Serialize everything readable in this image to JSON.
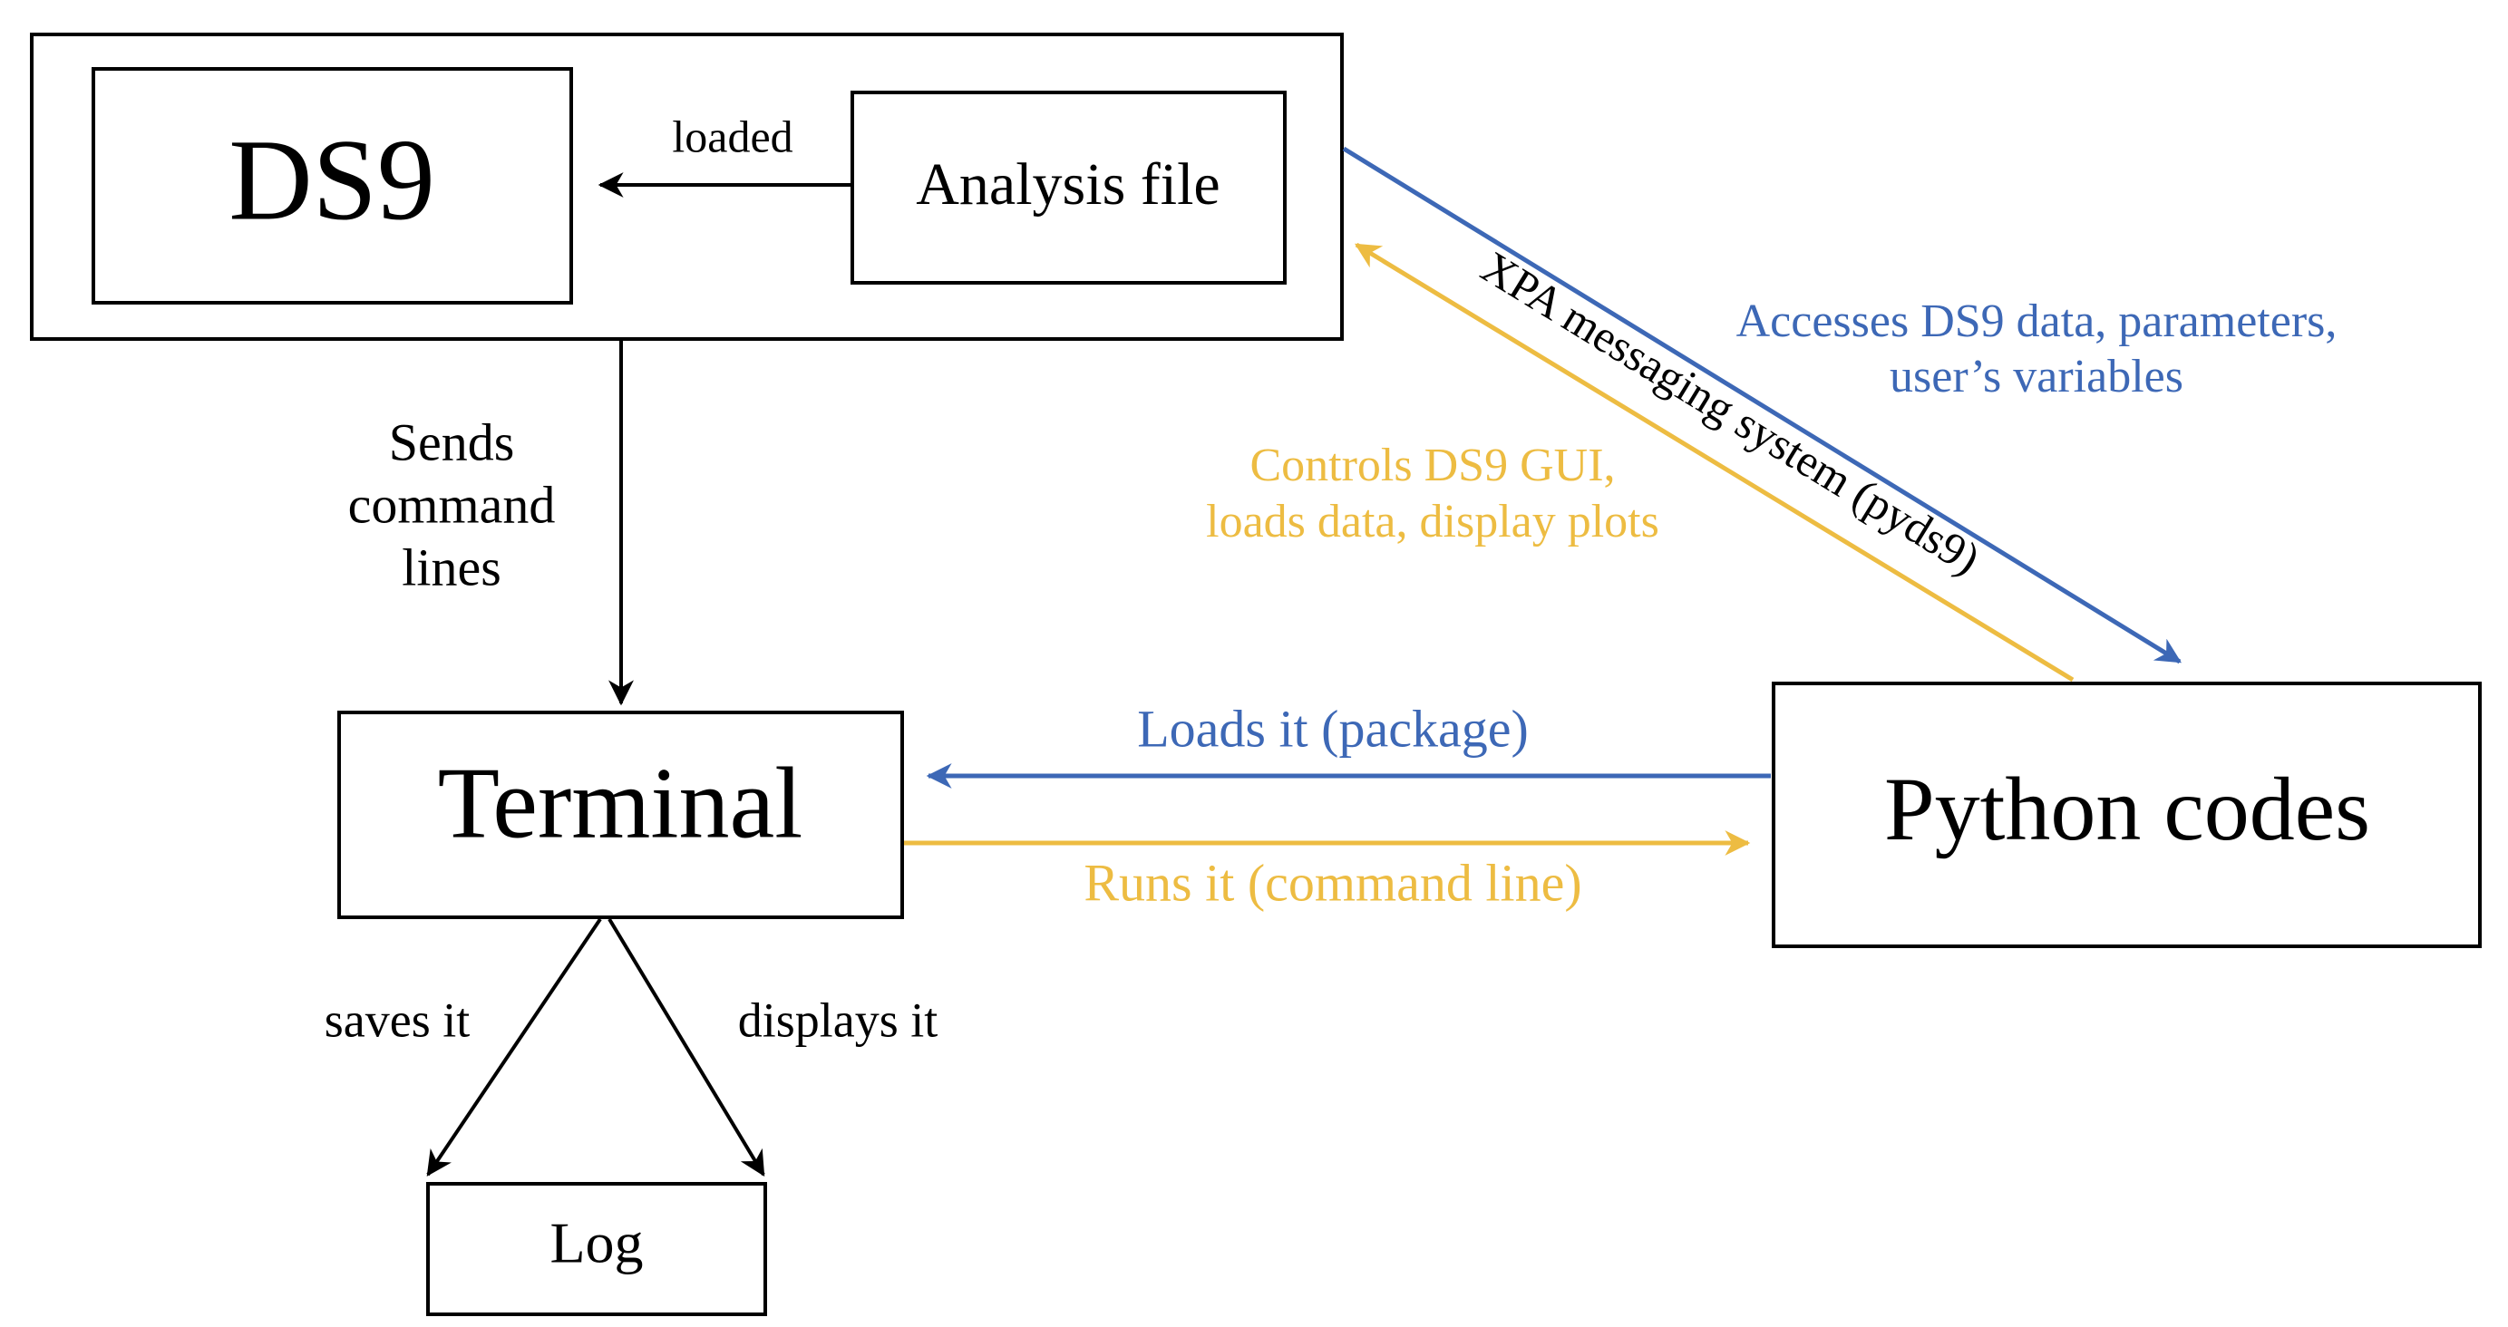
{
  "colors": {
    "black": "#000000",
    "blue": "#3d68b6",
    "yellow": "#edbc42"
  },
  "nodes": {
    "ds9": "DS9",
    "analysis_file": "Analysis file",
    "terminal": "Terminal",
    "python_codes": "Python codes",
    "log": "Log"
  },
  "edges": {
    "loaded": "loaded",
    "sends_command_lines": [
      "Sends",
      "command",
      "lines"
    ],
    "loads_it": "Loads it (package)",
    "runs_it": "Runs it (command line)",
    "saves_it": "saves it",
    "displays_it": "displays it",
    "xpa": "XPA messaging system (pyds9)",
    "accesses": [
      "Accesses DS9 data, parameters,",
      "user’s variables"
    ],
    "controls": [
      "Controls DS9 GUI,",
      "loads data, display plots"
    ]
  }
}
